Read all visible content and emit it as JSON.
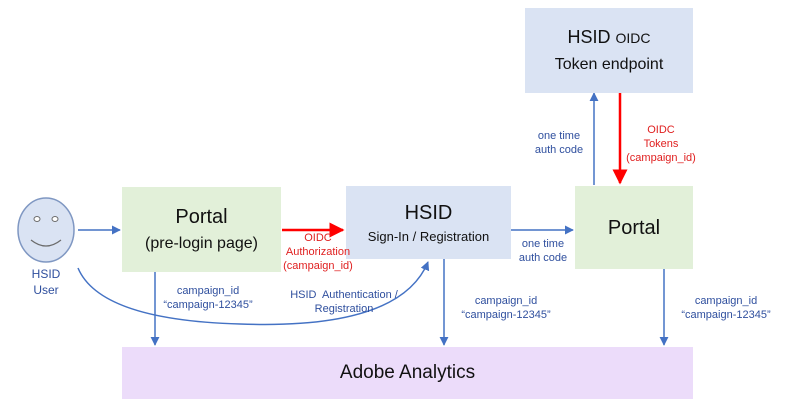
{
  "colors": {
    "green_box": "#e2f0d9",
    "blue_box": "#dae3f3",
    "purple_box": "#ecdcfa",
    "blue_arrow": "#4472c4",
    "red_arrow": "#ff0000",
    "blue_text": "#2f4f9e",
    "red_text": "#e02020",
    "face_fill": "#dae3f3",
    "face_stroke": "#7f97c2"
  },
  "user": {
    "line1": "HSID",
    "line2": "User",
    "icon": "smiley-face-icon"
  },
  "portal_pre": {
    "title": "Portal",
    "subtitle": "(pre-login page)"
  },
  "hsid": {
    "title": "HSID",
    "subtitle": "Sign-In / Registration"
  },
  "token": {
    "title_strong": "HSID",
    "title_rest": "OIDC",
    "subtitle": "Token endpoint"
  },
  "portal_post": {
    "title": "Portal"
  },
  "analytics": {
    "title": "Adobe Analytics"
  },
  "labels": {
    "oidc_auth": [
      "OIDC",
      "Authorization",
      "(campaign_id)"
    ],
    "auth_code_1": [
      "one time",
      "auth code"
    ],
    "auth_code_2": [
      "one time",
      "auth code"
    ],
    "oidc_tokens": [
      "OIDC",
      "Tokens",
      "(campaign_id)"
    ],
    "campaign_1": [
      "campaign_id",
      "“campaign-12345”"
    ],
    "campaign_2": [
      "campaign_id",
      "“campaign-12345”"
    ],
    "campaign_3": [
      "campaign_id",
      "“campaign-12345”"
    ],
    "hsid_auth": [
      "HSID  Authentication /",
      "Registration"
    ]
  }
}
